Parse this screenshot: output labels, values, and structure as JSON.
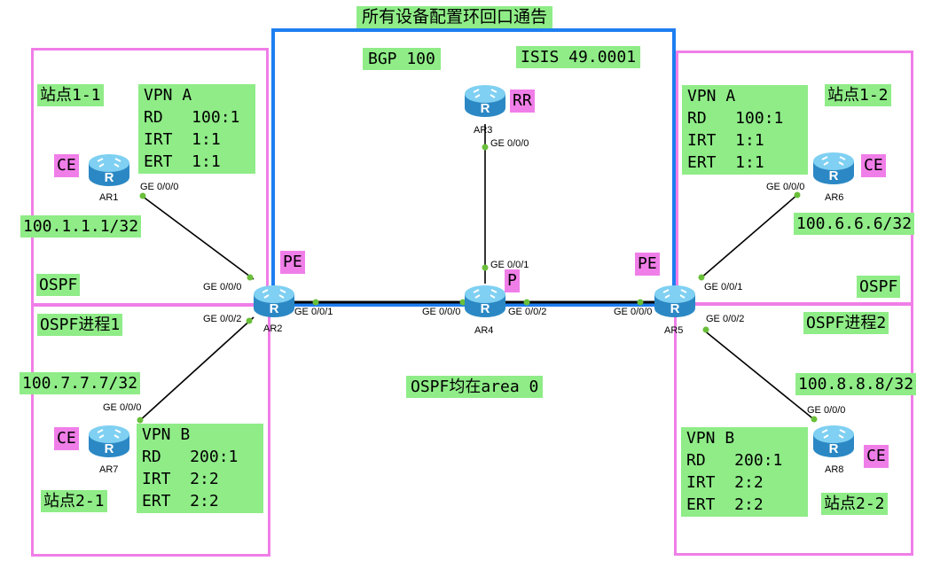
{
  "title": "所有设备配置环回口通告",
  "bgp": "BGP 100",
  "isis": "ISIS 49.0001",
  "ospf_area": "OSPF均在area 0",
  "sites": {
    "s11": "站点1-1",
    "s12": "站点1-2",
    "s21": "站点2-1",
    "s22": "站点2-2"
  },
  "ospf_labels": {
    "left": "OSPF",
    "right": "OSPF",
    "proc1": "OSPF进程1",
    "proc2": "OSPF进程2"
  },
  "roles": {
    "ce": "CE",
    "pe": "PE",
    "p": "P",
    "rr": "RR"
  },
  "addresses": {
    "ar1": "100.1.1.1/32",
    "ar6": "100.6.6.6/32",
    "ar7": "100.7.7.7/32",
    "ar8": "100.8.8.8/32"
  },
  "vpn": {
    "a_left": [
      "VPN A",
      "RD   100:1",
      "IRT  1:1",
      "ERT  1:1"
    ],
    "a_right": [
      "VPN A",
      "RD   100:1",
      "IRT  1:1",
      "ERT  1:1"
    ],
    "b_left": [
      "VPN B",
      "RD   200:1",
      "IRT  2:2",
      "ERT  2:2"
    ],
    "b_right": [
      "VPN B",
      "RD   200:1",
      "IRT  2:2",
      "ERT  2:2"
    ]
  },
  "devices": {
    "ar1": "AR1",
    "ar2": "AR2",
    "ar3": "AR3",
    "ar4": "AR4",
    "ar5": "AR5",
    "ar6": "AR6",
    "ar7": "AR7",
    "ar8": "AR8"
  },
  "ports": {
    "ar1_g000": "GE 0/0/0",
    "ar2_g000": "GE 0/0/0",
    "ar2_g001": "GE 0/0/1",
    "ar2_g002": "GE 0/0/2",
    "ar3_g000": "GE 0/0/0",
    "ar4_g000": "GE 0/0/0",
    "ar4_g001": "GE 0/0/1",
    "ar4_g002": "GE 0/0/2",
    "ar5_g000": "GE 0/0/0",
    "ar5_g001": "GE 0/0/1",
    "ar5_g002": "GE 0/0/2",
    "ar6_g000": "GE 0/0/0",
    "ar7_g000": "GE 0/0/0",
    "ar8_g000": "GE 0/0/0"
  },
  "colors": {
    "zone_pink": "#f07ee8",
    "zone_blue": "#1e7ef0",
    "label_green": "#8fec87",
    "link_dot": "#6abf3a",
    "router_blue": "#3aa6dc"
  },
  "icons": {
    "router": "router-icon"
  }
}
